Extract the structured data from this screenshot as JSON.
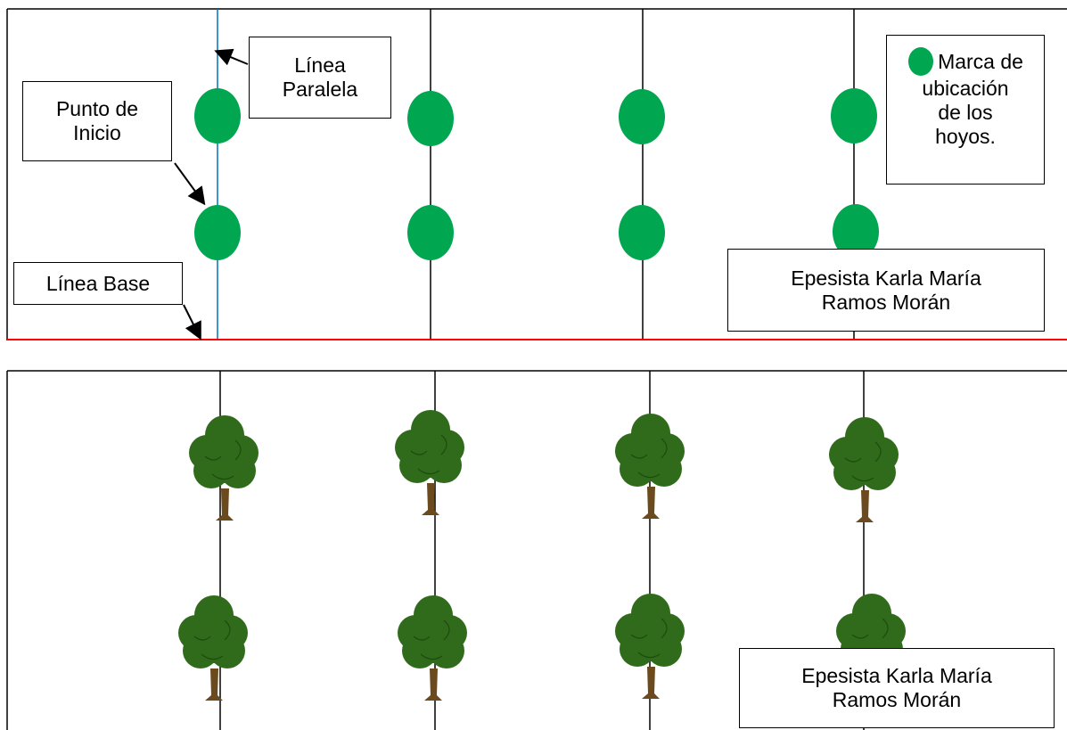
{
  "top_panel": {
    "labels": {
      "parallel_line": [
        "Línea",
        "Paralela"
      ],
      "start_point": [
        "Punto de",
        "Inicio"
      ],
      "base_line": "Línea Base",
      "legend": [
        "Marca de",
        "ubicación",
        "de los",
        "hoyos."
      ],
      "credit": [
        "Epesista Karla María",
        "Ramos Morán"
      ]
    },
    "colors": {
      "hole_mark": "#00a650",
      "parallel_line": "#0070c0",
      "base_line": "#ff0000",
      "grid_line": "#000000"
    }
  },
  "bottom_panel": {
    "labels": {
      "credit": [
        "Epesista Karla María",
        "Ramos Morán"
      ]
    },
    "colors": {
      "foliage": "#2f6b1a",
      "foliage_dark": "#1e4a10",
      "trunk": "#6b4a1e"
    },
    "icon": "tree-icon"
  }
}
